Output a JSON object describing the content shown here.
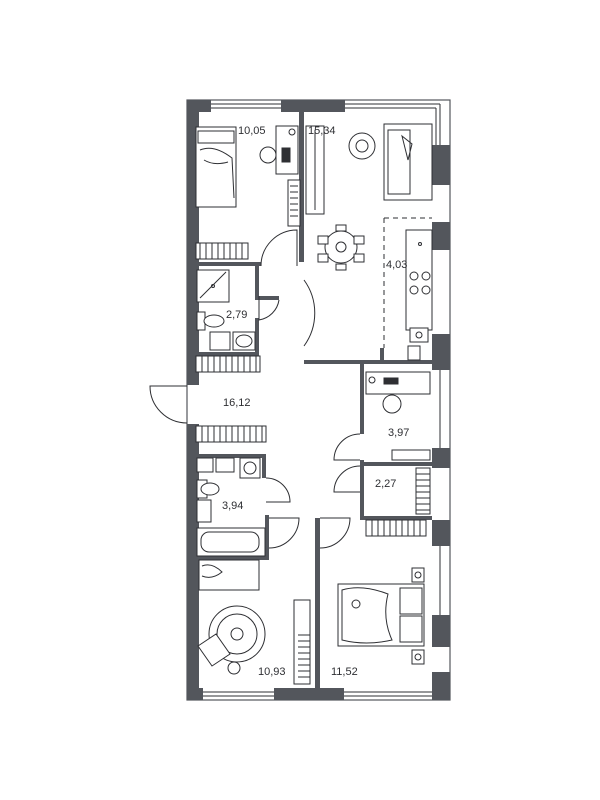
{
  "floor_plan": {
    "rooms": [
      {
        "id": "bedroom-top",
        "area": "10,05"
      },
      {
        "id": "living-room",
        "area": "15,34"
      },
      {
        "id": "kitchen",
        "area": "4,03"
      },
      {
        "id": "bathroom-upper",
        "area": "2,79"
      },
      {
        "id": "hallway",
        "area": "16,12"
      },
      {
        "id": "study",
        "area": "3,97"
      },
      {
        "id": "closet",
        "area": "2,27"
      },
      {
        "id": "bathroom-lower",
        "area": "3,94"
      },
      {
        "id": "bedroom-bottom-left",
        "area": "10,93"
      },
      {
        "id": "bedroom-bottom-right",
        "area": "11,52"
      }
    ],
    "colors": {
      "wall": "#53565c",
      "line": "#2e2f33",
      "background": "#ffffff"
    }
  }
}
